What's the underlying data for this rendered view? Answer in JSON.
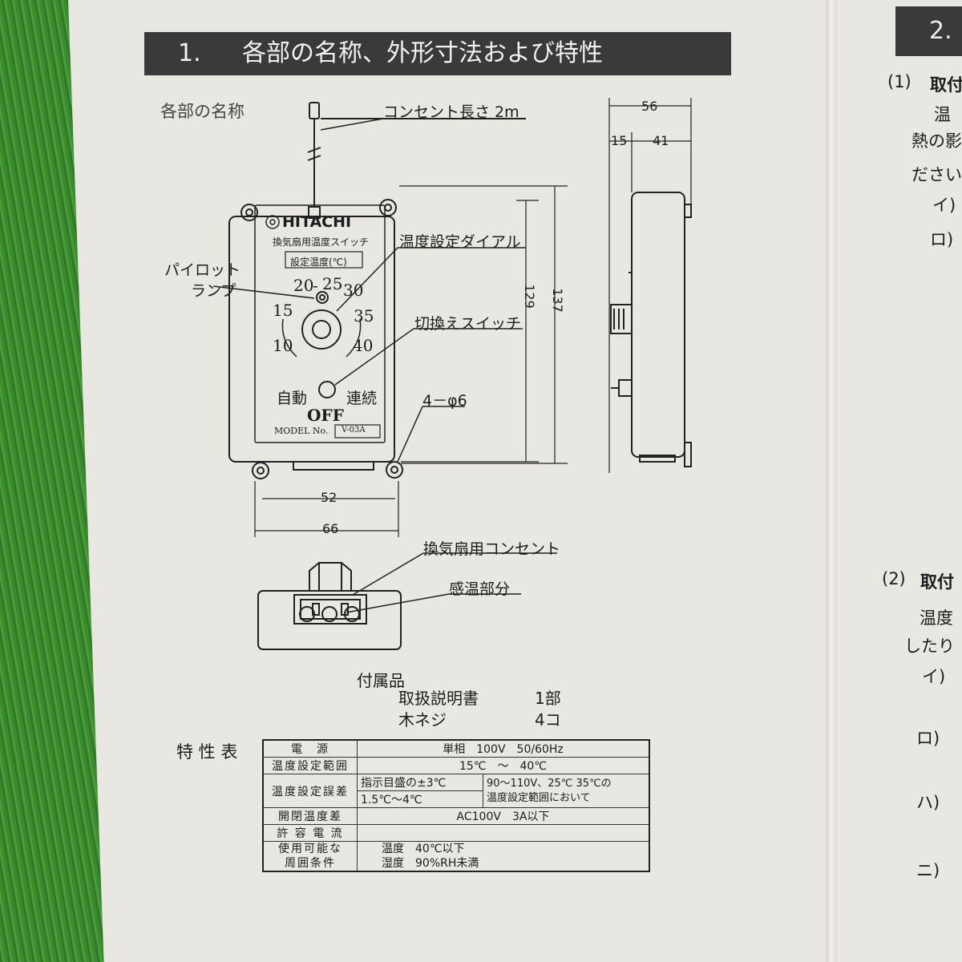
{
  "section1": {
    "number": "1.",
    "title": "各部の名称、外形寸法および特性"
  },
  "section2": {
    "number": "2."
  },
  "diagram": {
    "parts_heading": "各部の名称",
    "cord_label": "コンセント長さ 2m",
    "brand": "HITACHI",
    "product_name": "換気扇用温度スイッチ",
    "setting_box": "設定温度(℃)",
    "dial_label": "温度設定ダイアル",
    "pilot_label_1": "パイロット",
    "pilot_label_2": "ランプ",
    "scale": {
      "t20": "20",
      "t25": "25",
      "t30": "30",
      "t15": "15",
      "t35": "35",
      "t10": "10",
      "t40": "40",
      "dash": "-"
    },
    "switch_label": "切換えスイッチ",
    "auto": "自動",
    "continuous": "連続",
    "off": "OFF",
    "model_label": "MODEL No.",
    "model_value": "V-03A",
    "hole_label": "4－φ6",
    "dims": {
      "d52": "52",
      "d66": "66",
      "d129": "129",
      "d137": "137",
      "d56": "56",
      "d15": "15",
      "d41": "41"
    },
    "outlet_label": "換気扇用コンセント",
    "sensor_label": "感温部分"
  },
  "accessories": {
    "heading": "付属品",
    "items": [
      {
        "name": "取扱説明書",
        "qty": "1部"
      },
      {
        "name": "木ネジ",
        "qty": "4コ"
      }
    ]
  },
  "spec_table": {
    "heading": "特 性 表",
    "rows": [
      {
        "key": "電　源",
        "value": "単相　100V　50/60Hz"
      },
      {
        "key": "温度設定範囲",
        "value": "15℃　～　40℃"
      },
      {
        "key": "温度設定誤差",
        "value_a": "指示目盛の±3℃",
        "value_b_1": "90～110V、25℃ 35℃の",
        "value_b_2": "温度設定範囲において"
      },
      {
        "key": "開閉温度差",
        "value": "1.5℃～4℃"
      },
      {
        "key": "許 容 電 流",
        "value": "AC100V　3A以下"
      },
      {
        "key_1": "使用可能な",
        "key_2": "周囲条件",
        "value_1": "温度　40℃以下",
        "value_2": "湿度　90%RH未満"
      }
    ]
  },
  "right_column": {
    "p1_num": "(1)",
    "p1_head": "取付",
    "l1": "温",
    "l2": "熱の影",
    "l3": "ださい",
    "l4": "イ)",
    "l5": "ロ)",
    "p2_num": "(2)",
    "p2_head": "取付",
    "m1": "温度",
    "m2": "したり",
    "m3": "イ)",
    "m4": "ロ)",
    "m5": "ハ)",
    "m6": "ニ)"
  }
}
